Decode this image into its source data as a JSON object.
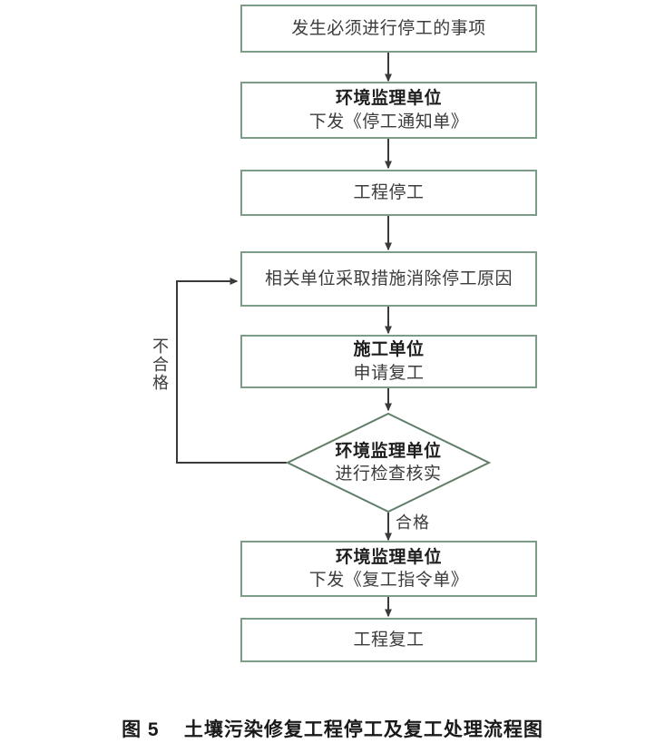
{
  "figure": {
    "caption_number": "图 5",
    "caption_title": "土壤污染修复工程停工及复工处理流程图",
    "caption_full": "图 5    土壤污染修复工程停工及复工处理流程图",
    "colors": {
      "node_border": "#7d9c87",
      "node_fill": "#ffffff",
      "connector": "#3a3a3a",
      "text": "#3c3c3c",
      "caption_text": "#1a1a1a"
    }
  },
  "nodes": {
    "start_event": {
      "shape": "rectangle",
      "line1": "发生必须进行停工的事项"
    },
    "issue_stop_notice": {
      "shape": "rectangle",
      "line1": "环境监理单位",
      "line2": "下发《停工通知单》"
    },
    "project_suspended": {
      "shape": "rectangle",
      "line1": "工程停工"
    },
    "remove_cause": {
      "shape": "rectangle",
      "line1": "相关单位采取措施消除停工原因"
    },
    "apply_resume": {
      "shape": "rectangle",
      "line1": "施工单位",
      "line2": "申请复工"
    },
    "inspection_decision": {
      "shape": "diamond",
      "line1": "环境监理单位",
      "line2": "进行检查核实"
    },
    "issue_resume_order": {
      "shape": "rectangle",
      "line1": "环境监理单位",
      "line2": "下发《复工指令单》"
    },
    "project_resumed": {
      "shape": "rectangle",
      "line1": "工程复工"
    }
  },
  "edge_labels": {
    "pass": "合格",
    "fail": "不合格"
  }
}
